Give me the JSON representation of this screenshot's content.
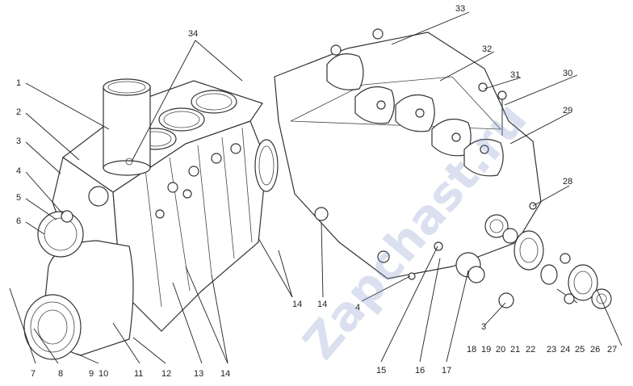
{
  "callouts": {
    "n1": "1",
    "n2": "2",
    "n3": "3",
    "n4": "4",
    "n5": "5",
    "n6": "6",
    "n7": "7",
    "n8": "8",
    "n9": "9",
    "n10": "10",
    "n11": "11",
    "n12": "12",
    "n13": "13",
    "n14a": "14",
    "n14b": "14",
    "n14c": "14",
    "n15": "15",
    "n16": "16",
    "n17": "17",
    "n18": "18",
    "n19": "19",
    "n20": "20",
    "n21": "21",
    "n22": "22",
    "n23": "23",
    "n24": "24",
    "n25": "25",
    "n26": "26",
    "n27": "27",
    "n28": "28",
    "n29": "29",
    "n30": "30",
    "n31": "31",
    "n32": "32",
    "n33": "33",
    "n34": "34",
    "n3b": "3",
    "n4b": "4"
  },
  "watermark": "Zapchast.ru"
}
